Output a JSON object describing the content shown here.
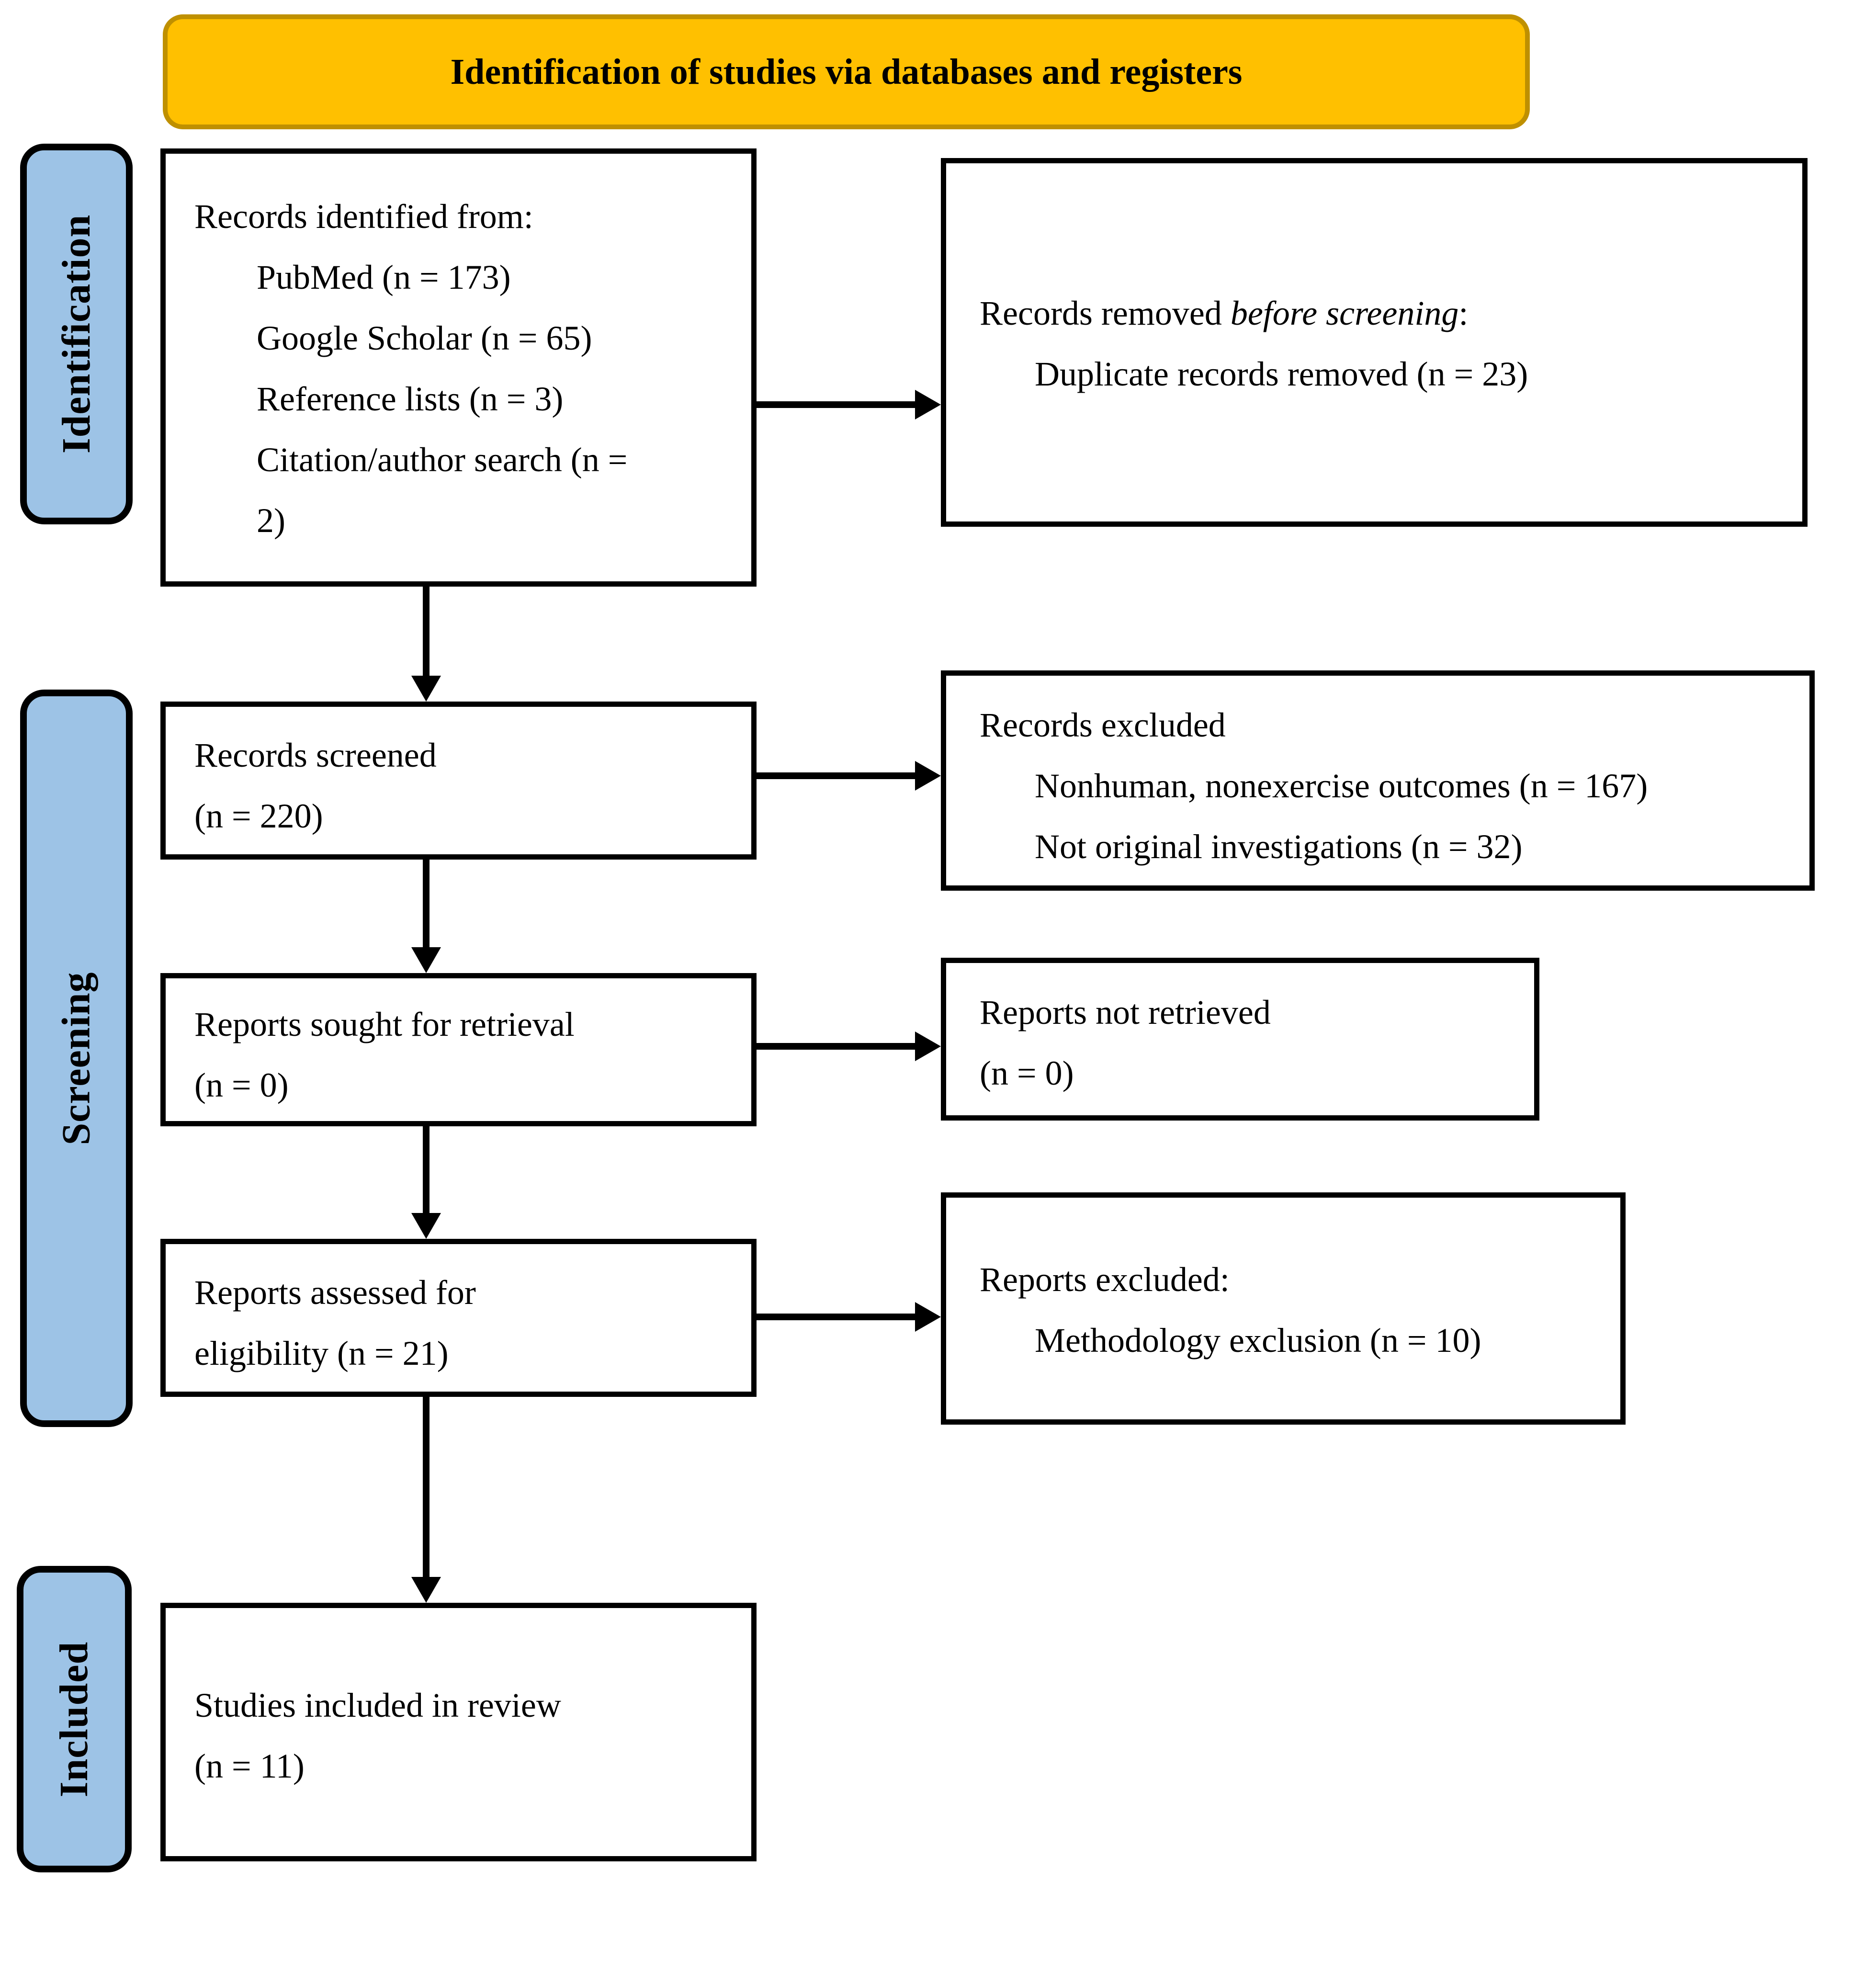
{
  "title": "Identification of studies via databases and registers",
  "colors": {
    "header_fill": "#FFC000",
    "header_border": "#BF9000",
    "sidebar_fill": "#9DC3E6",
    "border": "#000000",
    "text": "#000000"
  },
  "sidebar": {
    "identification": "Identification",
    "screening": "Screening",
    "included": "Included"
  },
  "boxes": {
    "identified": {
      "title": "Records identified from:",
      "items": [
        "PubMed (n = 173)",
        "Google Scholar (n = 65)",
        "Reference lists (n = 3)",
        "Citation/author search (n =",
        "2)"
      ]
    },
    "removed": {
      "prefix": "Records removed ",
      "emphasis": "before screening",
      "suffix": ":",
      "items": [
        "Duplicate records removed (n = 23)"
      ]
    },
    "screened": {
      "title": "Records screened",
      "count": "(n = 220)"
    },
    "excluded": {
      "title": "Records excluded",
      "items": [
        "Nonhuman, nonexercise outcomes (n = 167)",
        "Not original investigations (n = 32)"
      ]
    },
    "sought": {
      "title": "Reports sought for retrieval",
      "count": "(n = 0)"
    },
    "not_retrieved": {
      "title": "Reports not retrieved",
      "count": "(n = 0)"
    },
    "assessed": {
      "title": "Reports assessed for",
      "title2": "eligibility (n = 21)"
    },
    "reports_excluded": {
      "title": "Reports excluded:",
      "items": [
        "Methodology exclusion (n = 10)"
      ]
    },
    "included_studies": {
      "title": "Studies included in review",
      "count": "(n = 11)"
    }
  }
}
